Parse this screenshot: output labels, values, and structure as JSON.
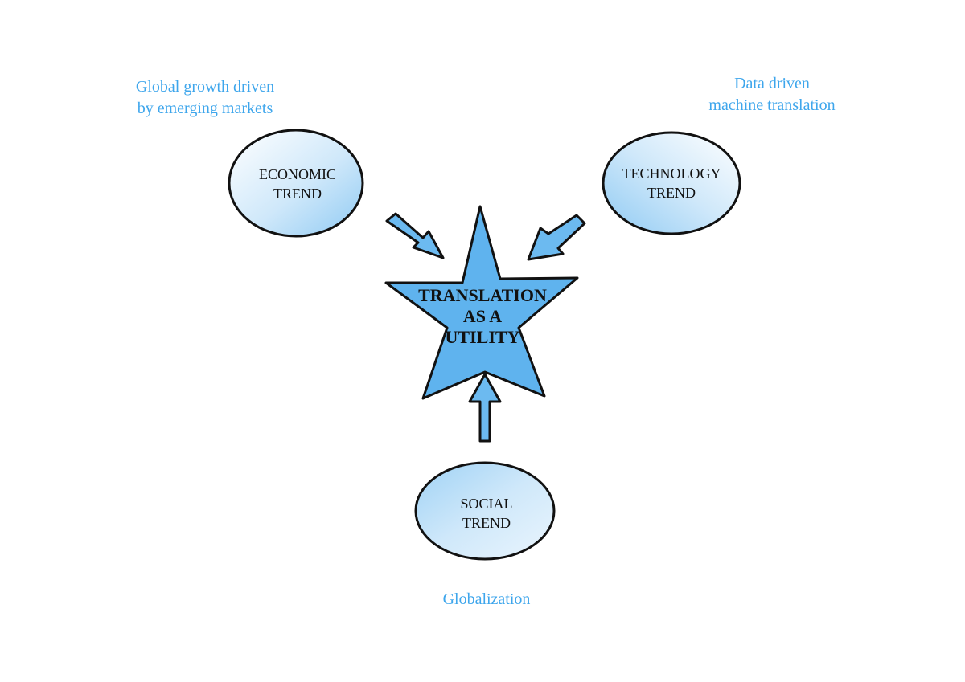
{
  "colors": {
    "caption": "#3ea6ec",
    "node_fill_light": "#ffffff",
    "node_fill_dark": "#8fcaf3",
    "star_fill": "#5fb3ee",
    "arrow_fill": "#6cbaf0",
    "outline": "#111111"
  },
  "center": {
    "line1": "TRANSLATION",
    "line2": "AS A",
    "line3": "UTILITY"
  },
  "trends": {
    "economic": {
      "label_line1": "ECONOMIC",
      "label_line2": "TREND",
      "caption_line1": "Global growth driven",
      "caption_line2": "by emerging markets"
    },
    "technology": {
      "label_line1": "TECHNOLOGY",
      "label_line2": "TREND",
      "caption_line1": "Data driven",
      "caption_line2": "machine translation"
    },
    "social": {
      "label_line1": "SOCIAL",
      "label_line2": "TREND",
      "caption_line1": "Globalization"
    }
  }
}
